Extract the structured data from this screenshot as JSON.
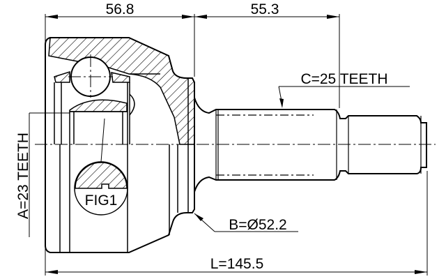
{
  "dimensions": {
    "joint_length": "56.8",
    "shaft_length": "55.3",
    "overall_length": "L=145.5"
  },
  "callouts": {
    "inner_spline": "A=23 TEETH",
    "outer_spline": "C=25 TEETH",
    "abs_diameter": "B=Ø52.2",
    "detail": "FIG1"
  },
  "colors": {
    "line": "#000000",
    "background": "#ffffff"
  }
}
